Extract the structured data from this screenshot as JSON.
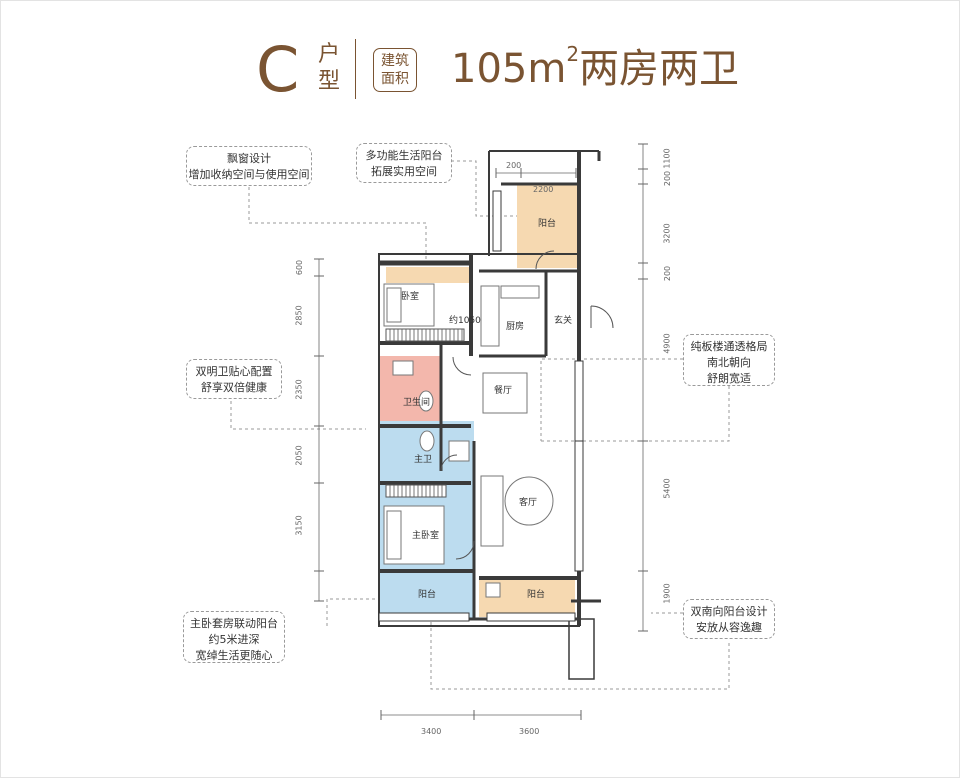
{
  "header": {
    "letter": "C",
    "type_1": "户",
    "type_2": "型",
    "area_1": "建筑",
    "area_2": "面积",
    "size": "105",
    "unit": "m",
    "unit_sup": "2",
    "layout": "两房两卫"
  },
  "callouts": {
    "bay_window": [
      "飘窗设计",
      "增加收纳空间与使用空间"
    ],
    "multi_balcony": [
      "多功能生活阳台",
      "拓展实用空间"
    ],
    "double_bath": [
      "双明卫贴心配置",
      "舒享双倍健康"
    ],
    "through_layout": [
      "纯板楼通透格局",
      "南北朝向",
      "舒朗宽适"
    ],
    "master_suite": [
      "主卧套房联动阳台",
      "约5米进深",
      "宽绰生活更随心"
    ],
    "south_balcony": [
      "双南向阳台设计",
      "安放从容逸趣"
    ]
  },
  "rooms": {
    "bedroom": "卧室",
    "kitchen": "厨房",
    "entrance": "玄关",
    "dining": "餐厅",
    "bathroom": "卫生间",
    "master_bath": "主卫",
    "master_bedroom": "主卧室",
    "living": "客厅",
    "balcony_north": "阳台",
    "balcony_south_left": "阳台",
    "balcony_south_right": "阳台",
    "approx_width": "约1050"
  },
  "dimensions": {
    "left": [
      "600",
      "2850",
      "2350",
      "2050",
      "3150"
    ],
    "right": [
      "1100",
      "200",
      "3200",
      "200",
      "4900",
      "5400",
      "1900"
    ],
    "top": [
      "200",
      "2200"
    ],
    "bottom": [
      "3400",
      "3600"
    ]
  },
  "colors": {
    "brand": "#7a5432",
    "balcony": "#f6d9b1",
    "bathroom": "#f3b7ac",
    "master": "#bcdcef",
    "wall": "#3a3a3a"
  }
}
